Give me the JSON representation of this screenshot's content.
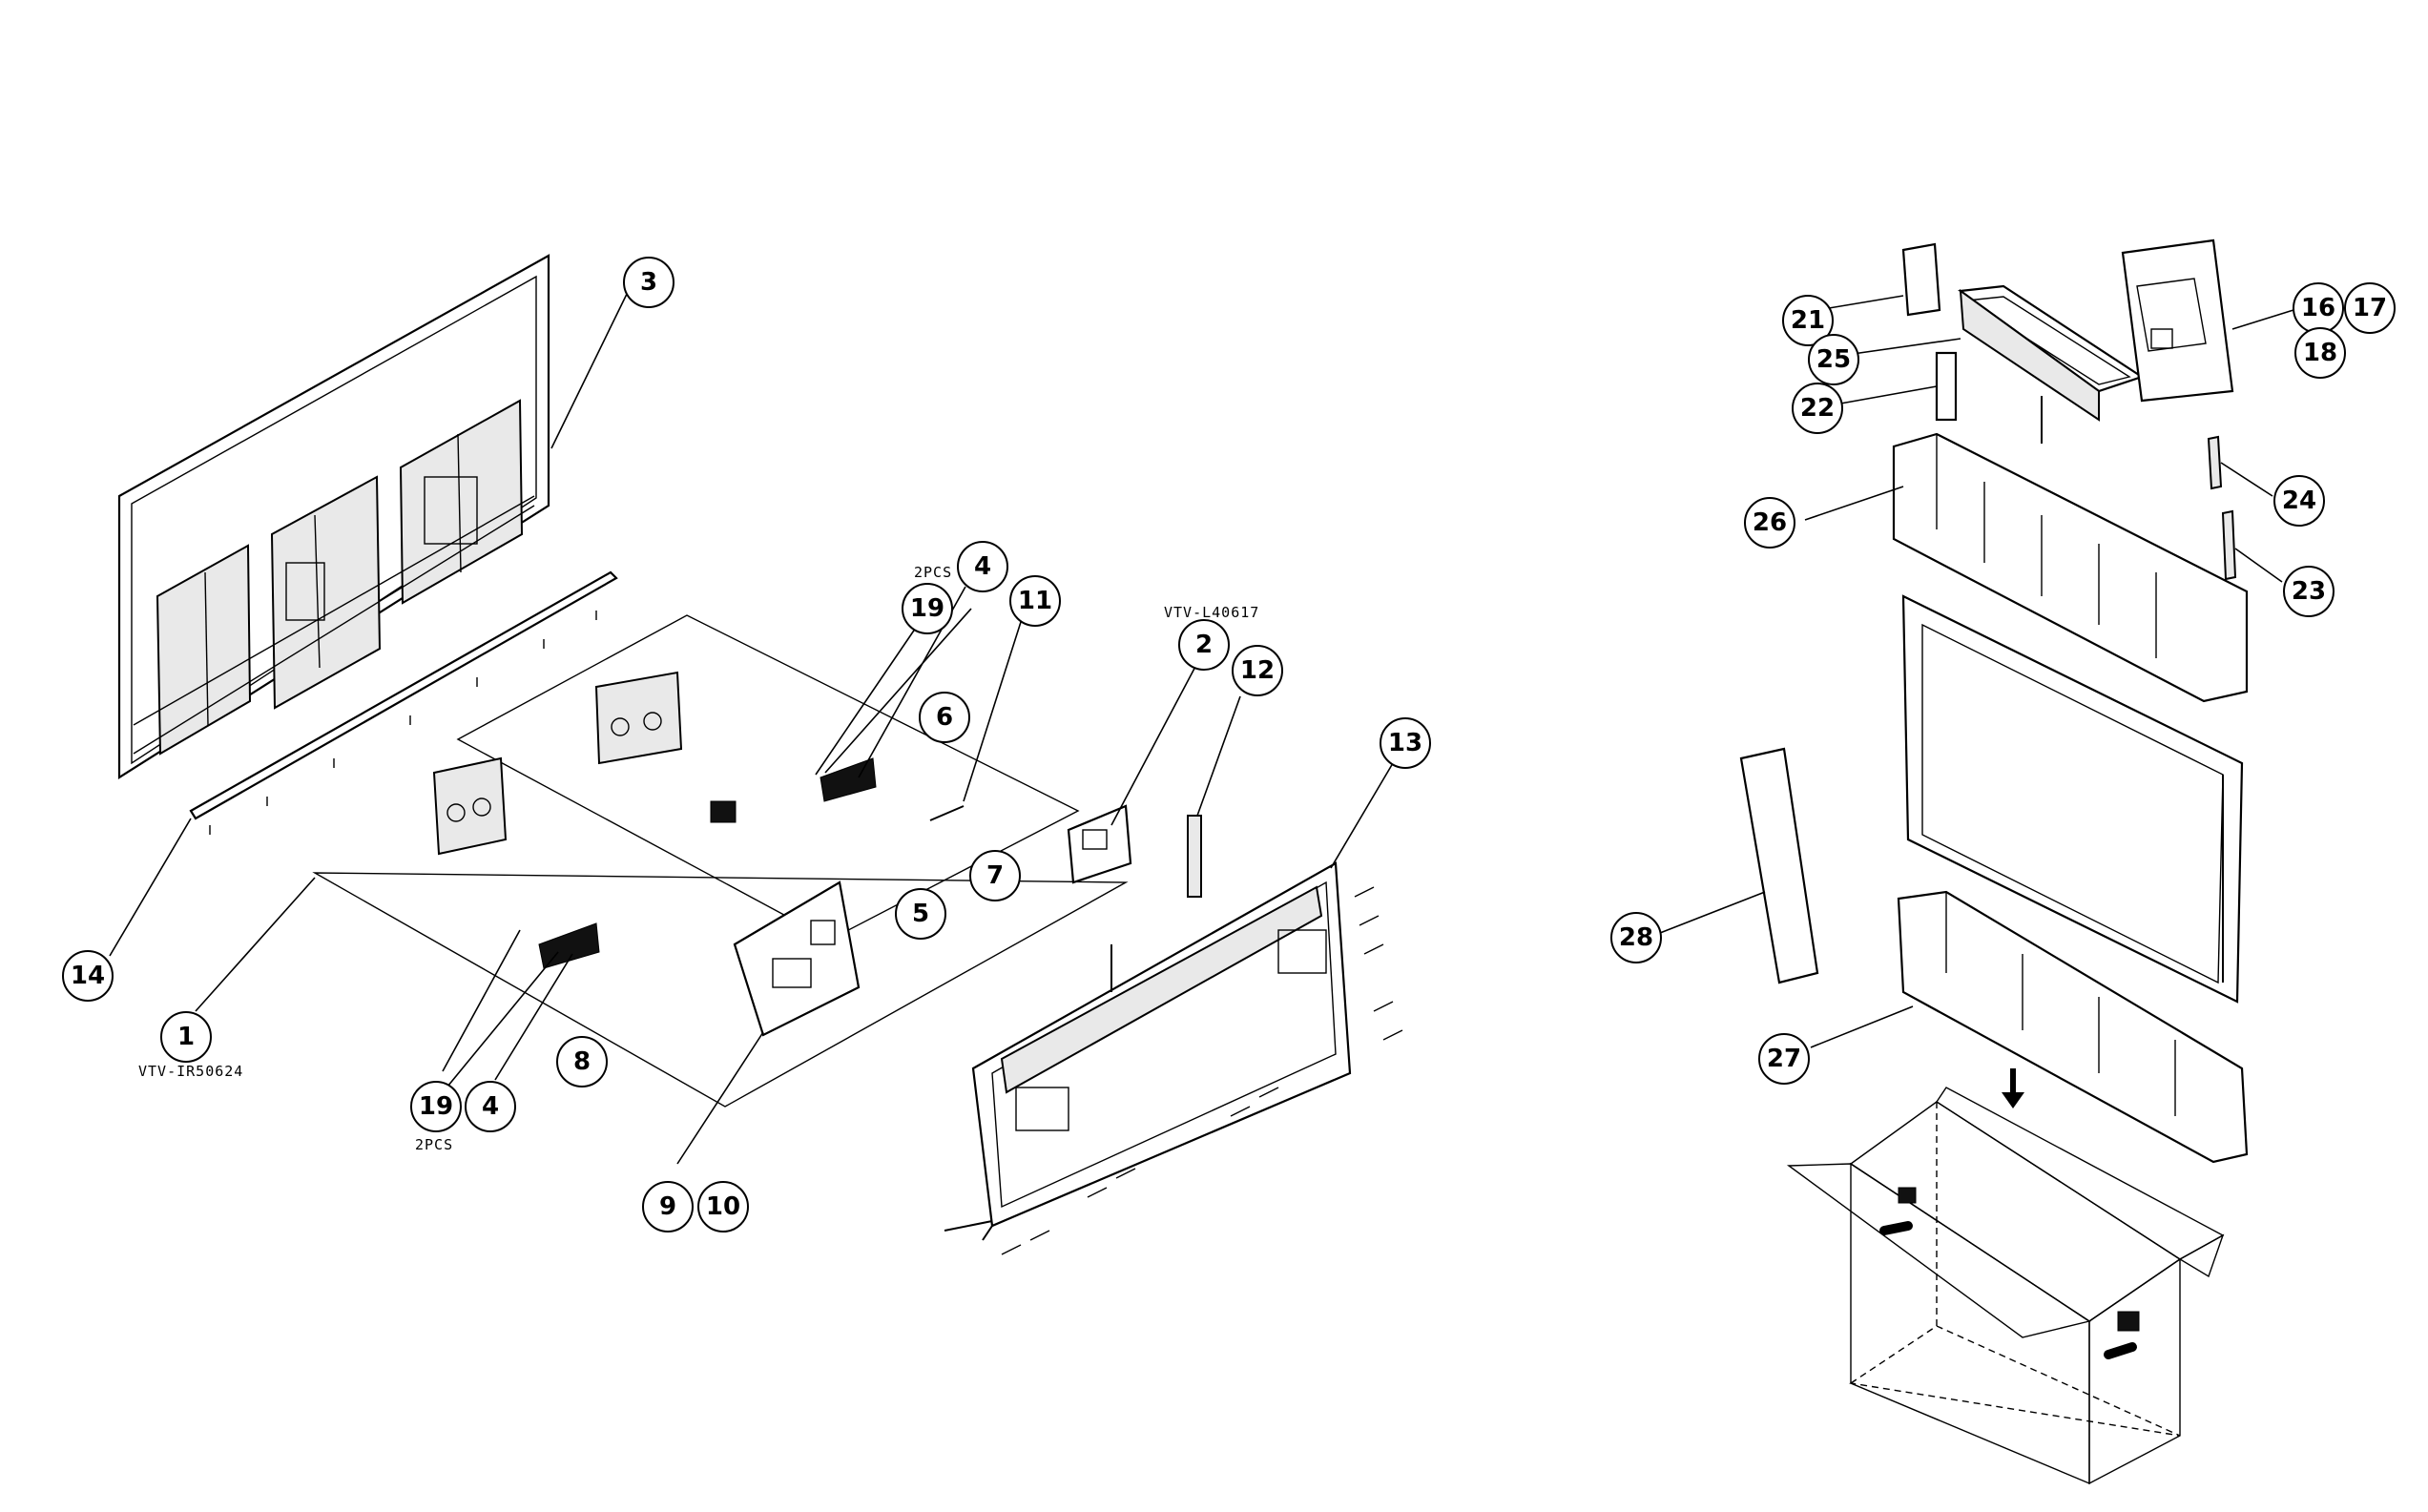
{
  "diagram": {
    "callouts": [
      {
        "id": "3",
        "label": "3"
      },
      {
        "id": "4a",
        "label": "4"
      },
      {
        "id": "19a",
        "label": "19"
      },
      {
        "id": "11",
        "label": "11"
      },
      {
        "id": "6",
        "label": "6"
      },
      {
        "id": "2",
        "label": "2"
      },
      {
        "id": "12",
        "label": "12"
      },
      {
        "id": "13",
        "label": "13"
      },
      {
        "id": "7",
        "label": "7"
      },
      {
        "id": "5",
        "label": "5"
      },
      {
        "id": "14",
        "label": "14"
      },
      {
        "id": "1",
        "label": "1"
      },
      {
        "id": "8",
        "label": "8"
      },
      {
        "id": "19b",
        "label": "19"
      },
      {
        "id": "4b",
        "label": "4"
      },
      {
        "id": "9",
        "label": "9"
      },
      {
        "id": "10",
        "label": "10"
      },
      {
        "id": "21",
        "label": "21"
      },
      {
        "id": "25",
        "label": "25"
      },
      {
        "id": "22",
        "label": "22"
      },
      {
        "id": "26",
        "label": "26"
      },
      {
        "id": "16",
        "label": "16"
      },
      {
        "id": "17",
        "label": "17"
      },
      {
        "id": "18",
        "label": "18"
      },
      {
        "id": "24",
        "label": "24"
      },
      {
        "id": "23",
        "label": "23"
      },
      {
        "id": "28",
        "label": "28"
      },
      {
        "id": "27",
        "label": "27"
      }
    ],
    "notes": {
      "qty_top": "2PCS",
      "qty_bottom": "2PCS",
      "model_board_2": "VTV-L40617",
      "model_board_1": "VTV-IR50624"
    }
  }
}
